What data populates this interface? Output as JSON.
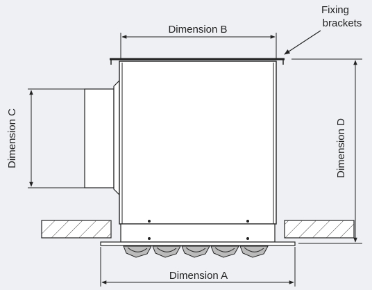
{
  "labels": {
    "dimension_a": "Dimension A",
    "dimension_b": "Dimension B",
    "dimension_c": "Dimension C",
    "dimension_d": "Dimension D",
    "fixing_brackets_line1": "Fixing",
    "fixing_brackets_line2": "brackets"
  },
  "colors": {
    "background": "#eef0f3",
    "line": "#222222",
    "fill": "#ffffff",
    "blade": "#bbbbbb"
  }
}
